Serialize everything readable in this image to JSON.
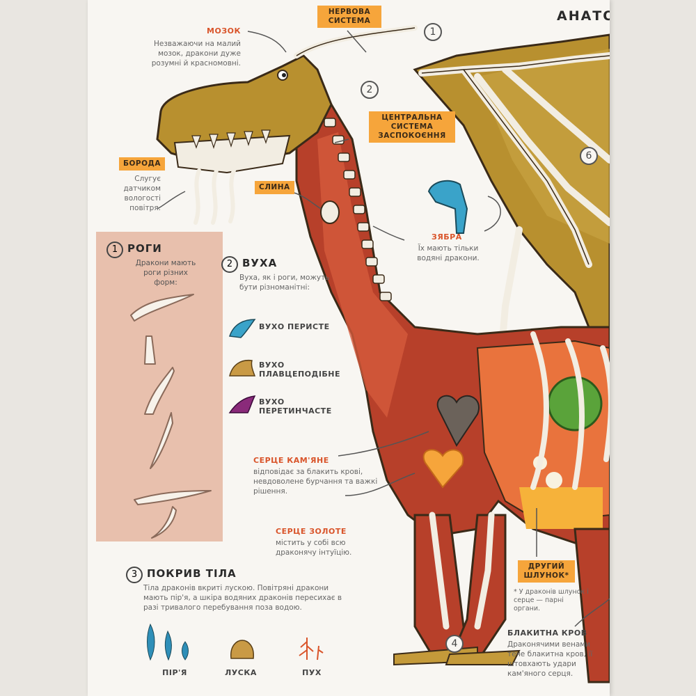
{
  "title": "АНАТОМ",
  "circles": {
    "c1": "1",
    "c2": "2",
    "c4": "4",
    "c6": "6"
  },
  "brain": {
    "label": "МОЗОК",
    "text": "Незважаючи на малий мозок, дракони дуже розумні й красномовні."
  },
  "nervous": {
    "label": "НЕРВОВА СИСТЕМА"
  },
  "central": {
    "label": "ЦЕНТРАЛЬНА СИСТЕМА ЗАСПОКОЄННЯ"
  },
  "beard": {
    "label": "БОРОДА",
    "text": "Слугує датчиком вологості повітря."
  },
  "saliva": {
    "label": "СЛИНА"
  },
  "gills": {
    "label": "ЗЯБРА",
    "text": "Їх мають тільки водяні дракони."
  },
  "horns": {
    "num": "1",
    "title": "РОГИ",
    "text": "Дракони мають роги різних форм:"
  },
  "ears": {
    "num": "2",
    "title": "ВУХА",
    "text": "Вуха, як і роги, можуть бути різноманітні:",
    "items": [
      {
        "label": "ВУХО ПЕРИСТЕ",
        "color": "#3aa3c9"
      },
      {
        "label": "ВУХО ПЛАВЦЕПОДІБНЕ",
        "color": "#c99a45"
      },
      {
        "label": "ВУХО ПЕРЕТИНЧАСТЕ",
        "color": "#8a2a7a"
      }
    ]
  },
  "stone_heart": {
    "label": "СЕРЦЕ КАМ'ЯНЕ",
    "text": "відповідає за блакить крові, невдоволене бурчання та важкі рішення."
  },
  "gold_heart": {
    "label": "СЕРЦЕ ЗОЛОТЕ",
    "text": "містить у собі всю драконячу інтуїцію."
  },
  "cover": {
    "num": "3",
    "title": "ПОКРИВ ТІЛА",
    "text": "Тіла драконів вкриті лускою. Повітряні дракони мають пір'я, а шкіра водяних драконів пересихає в разі тривалого перебування поза водою.",
    "items": [
      "ПІР'Я",
      "ЛУСКА",
      "ПУХ"
    ]
  },
  "second_stomach": {
    "label": "ДРУГИЙ ШЛУНОК*",
    "note": "* У драконів шлунок і серце — парні органи."
  },
  "blue_blood": {
    "label": "БЛАКИТНА КРОВ",
    "text": "Драконячими венами тече блакитна кров, її штовхають удари кам'яного серця."
  },
  "colors": {
    "accent": "#d9542a",
    "tag": "#f6a53b",
    "panel": "#e8c0ad",
    "body": "#b7402a",
    "wing": "#b8902f"
  }
}
